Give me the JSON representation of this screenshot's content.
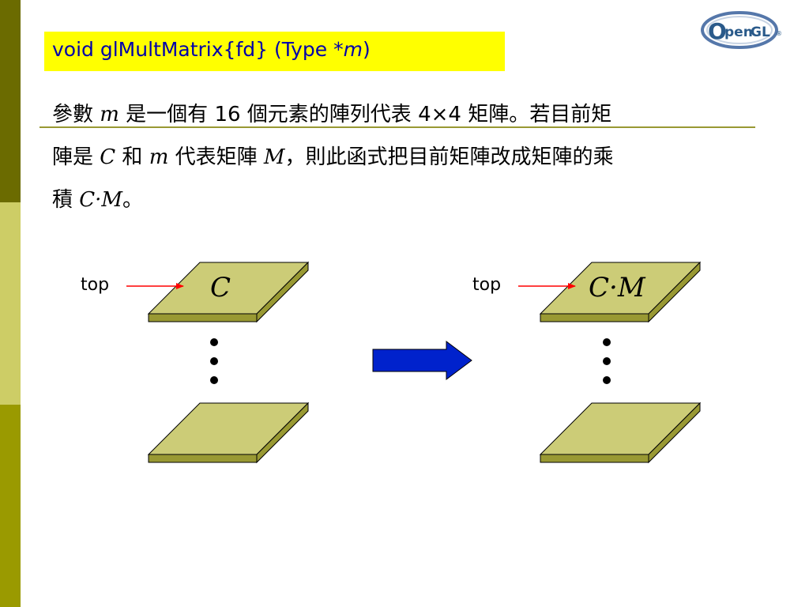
{
  "slide": {
    "title": {
      "prefix": "void glMultMatrix{fd} (Type *",
      "param": "m",
      "suffix": ")"
    },
    "logo": {
      "text_o": "O",
      "text_pen": "pen",
      "text_gl": "GL",
      "mark": "®"
    },
    "paragraph": {
      "line1_a": "參數 ",
      "line1_m": "m",
      "line1_b": " 是一個有 16 個元素的陣列代表 4×4 矩陣。若目前矩",
      "line2_a": "陣是 ",
      "line2_c": "C",
      "line2_b": " 和 ",
      "line2_m": "m",
      "line2_c2": " 代表矩陣 ",
      "line2_M": "M",
      "line2_d": "，則此函式把目前矩陣改成矩陣的乘",
      "line3_a": "積 ",
      "line3_cm": "C·M",
      "line3_b": "。"
    }
  },
  "diagram": {
    "left_stack": {
      "top_label": "top",
      "plate_label": "C"
    },
    "right_stack": {
      "top_label": "top",
      "plate_label": "C·M"
    },
    "colors": {
      "plate_face": "#cccc77",
      "plate_edge": "#999933",
      "arrow_fill": "#0022cc",
      "pointer": "#ff0000"
    }
  }
}
